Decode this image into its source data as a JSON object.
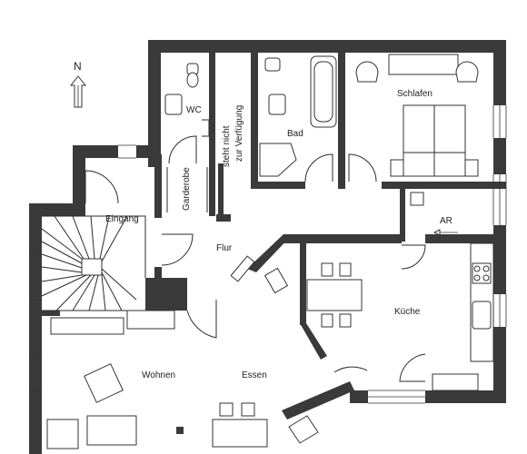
{
  "compass": {
    "label": "N"
  },
  "rooms": {
    "wc": "WC",
    "unavailable_line1": "steht nicht",
    "unavailable_line2": "zur Verfügung",
    "bad": "Bad",
    "schlafen": "Schlafen",
    "garderobe": "Garderobe",
    "eingang": "Eingang",
    "flur": "Flur",
    "ar": "AR",
    "kueche": "Küche",
    "wohnen": "Wohnen",
    "essen": "Essen"
  },
  "colors": {
    "wall": "#3a3a3a",
    "line": "#2b2b2b"
  }
}
